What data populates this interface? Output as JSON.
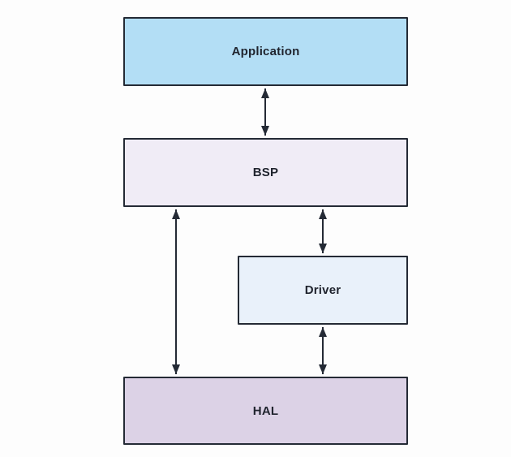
{
  "diagram": {
    "type": "layered-architecture",
    "boxes": [
      {
        "id": "application",
        "label": "Application",
        "fill": "#b3def5"
      },
      {
        "id": "bsp",
        "label": "BSP",
        "fill": "#f0ecf6"
      },
      {
        "id": "driver",
        "label": "Driver",
        "fill": "#e9f1fa"
      },
      {
        "id": "hal",
        "label": "HAL",
        "fill": "#dcd2e6"
      }
    ],
    "connections": [
      {
        "from": "Application",
        "to": "BSP",
        "style": "double-headed-arrow"
      },
      {
        "from": "BSP",
        "to": "HAL",
        "style": "double-headed-arrow"
      },
      {
        "from": "BSP",
        "to": "Driver",
        "style": "double-headed-arrow"
      },
      {
        "from": "Driver",
        "to": "HAL",
        "style": "double-headed-arrow"
      }
    ],
    "colors": {
      "box_border": "#242a35",
      "arrow": "#242a35",
      "label_text": "#20242e",
      "background": "#fdfdfd"
    }
  }
}
